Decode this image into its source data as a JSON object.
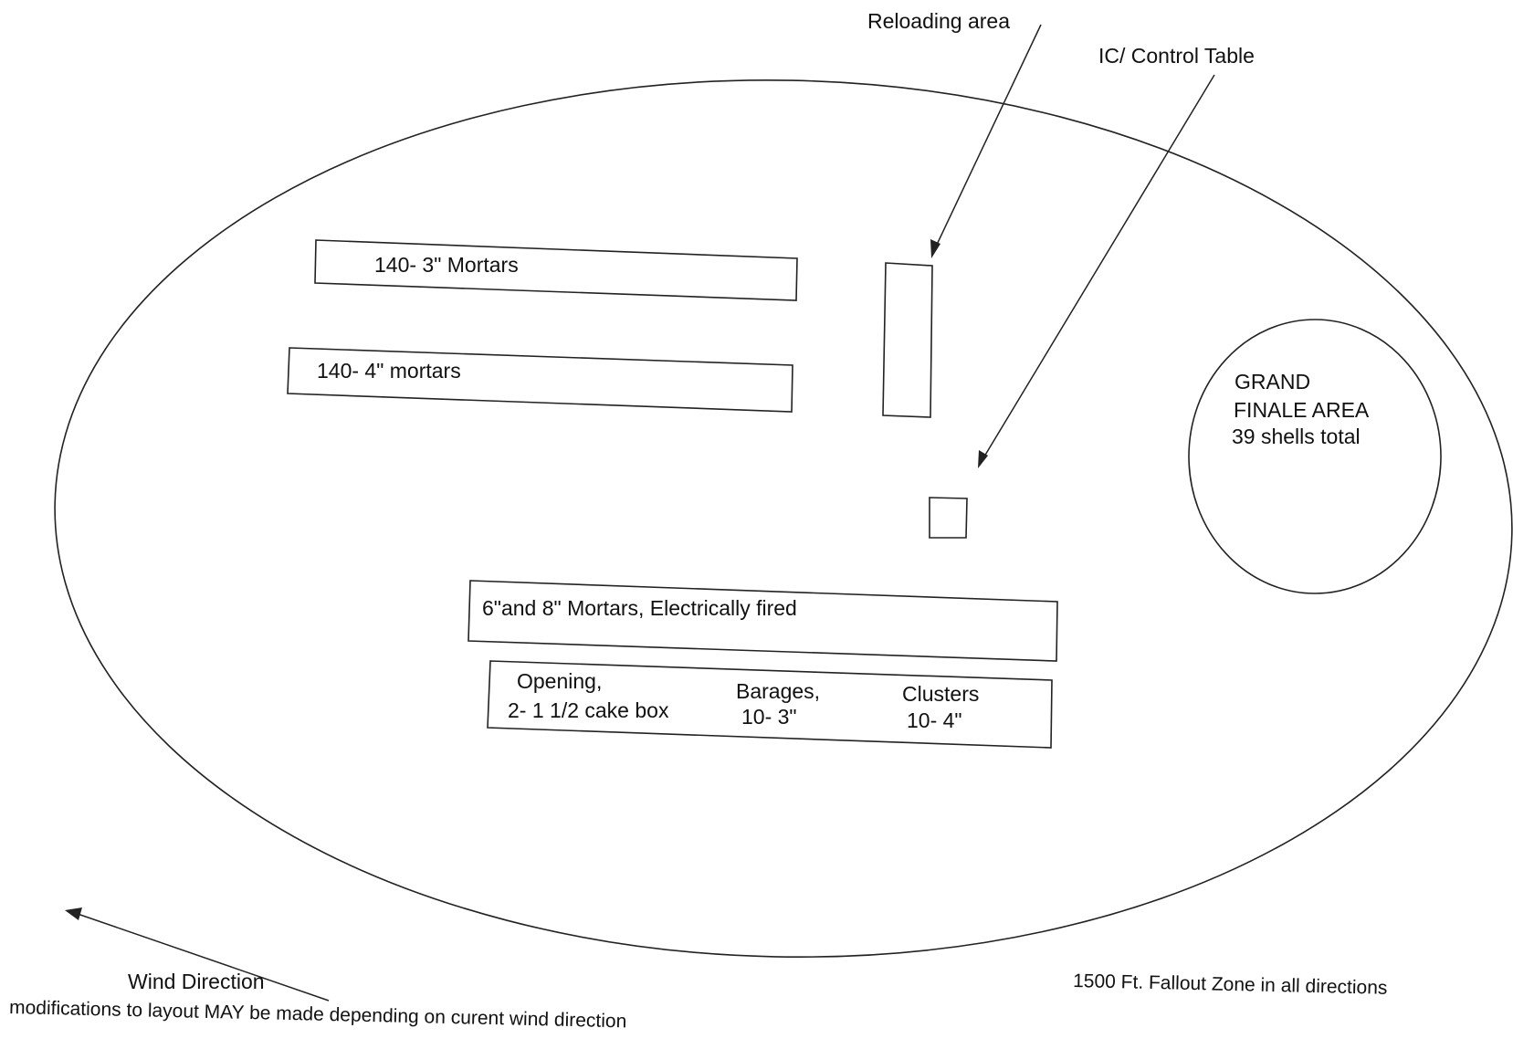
{
  "callouts": {
    "reloading_area": "Reloading area",
    "control_table": "IC/ Control Table"
  },
  "mortar_rows": {
    "row_3in": "140-  3\" Mortars",
    "row_4in": "140-  4\" mortars"
  },
  "grand_finale": {
    "line1": "GRAND",
    "line2": "FINALE AREA",
    "line3": "39 shells total"
  },
  "electric_row": {
    "label": "6\"and 8\"   Mortars, Electrically fired"
  },
  "bottom_row": {
    "opening_title": "Opening,",
    "opening_detail": "2- 1 1/2 cake box",
    "barrages_title": "Barages,",
    "barrages_detail": "10- 3\"",
    "clusters_title": "Clusters",
    "clusters_detail": "10-  4\""
  },
  "footer": {
    "wind_direction": "Wind Direction",
    "modifications_note": "modifications to layout MAY be made depending on curent wind direction",
    "fallout_zone": "1500 Ft. Fallout Zone  in all directions"
  }
}
